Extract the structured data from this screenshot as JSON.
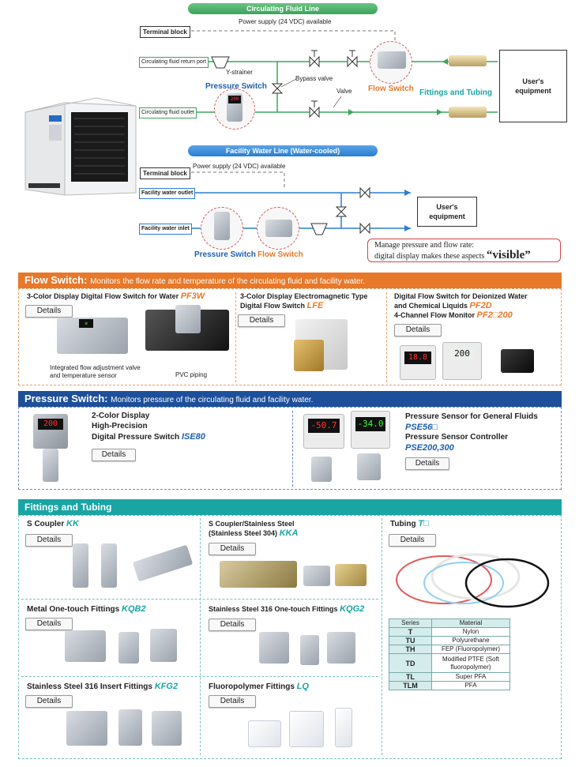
{
  "diagram": {
    "circ_title": "Circulating Fluid Line",
    "fac_title": "Facility Water Line (Water-cooled)",
    "terminal_block": "Terminal block",
    "power_supply_1": "Power supply (24 VDC) available",
    "power_supply_2": "Power supply (24 VDC) available",
    "return_port": "Circulating fluid return port",
    "fluid_outlet": "Circulating fluid outlet",
    "y_strainer": "Y-strainer",
    "pressure_switch": "Pressure Switch",
    "bypass_valve": "Bypass valve",
    "valve": "Valve",
    "flow_switch": "Flow Switch",
    "fittings_tubing": "Fittings and Tubing",
    "users_equipment": "User's equipment",
    "fw_outlet": "Facility water outlet",
    "fw_inlet": "Facility water inlet",
    "note_line1": "Manage pressure and flow rate:",
    "note_line2": "digital display makes these aspects",
    "note_visible": "“visible”",
    "colors": {
      "green": "#3aa55a",
      "blue": "#2a7fd0",
      "orange": "#e8782a",
      "navy": "#1d4f9a",
      "teal": "#1aa5a5"
    }
  },
  "flow": {
    "header": "Flow Switch:",
    "header_desc": "Monitors the flow rate and temperature of the circulating fluid and facility water.",
    "p1_title": "3-Color Display Digital Flow Switch for Water",
    "p1_code": "PF3W",
    "p1_cap1": "Integrated flow adjustment valve",
    "p1_cap2": "and temperature sensor",
    "p1_cap3": "PVC piping",
    "p2_title1": "3-Color Display Electromagnetic Type",
    "p2_title2": "Digital Flow Switch",
    "p2_code": "LFE",
    "p3_title1": "Digital Flow Switch for Deionized Water",
    "p3_title2": "and Chemical Liquids",
    "p3_code1": "PF2D",
    "p3_title3": "4-Channel Flow Monitor",
    "p3_code2": "PF2□200",
    "disp1": "18.8",
    "disp2": "200"
  },
  "pressure": {
    "header": "Pressure Switch:",
    "header_desc": "Monitors pressure of the circulating fluid and facility water.",
    "p1_l1": "2-Color Display",
    "p1_l2": "High-Precision",
    "p1_l3": "Digital Pressure Switch",
    "p1_code": "ISE80",
    "p2_l1": "Pressure Sensor for General Fluids",
    "p2_code1": "PSE56□",
    "p2_l2": "Pressure Sensor Controller",
    "p2_code2": "PSE200,300",
    "disp1": "200",
    "disp2": "-50.7",
    "disp3": "-34.0"
  },
  "fittings": {
    "header": "Fittings and Tubing",
    "kk_title": "S Coupler",
    "kk_code": "KK",
    "kka_title1": "S Coupler/Stainless Steel",
    "kka_title2": "(Stainless Steel 304)",
    "kka_code": "KKA",
    "tubing_title": "Tubing",
    "tubing_code": "T□",
    "kqb2_title": "Metal One-touch Fittings",
    "kqb2_code": "KQB2",
    "kqg2_title": "Stainless Steel 316 One-touch Fittings",
    "kqg2_code": "KQG2",
    "kfg2_title": "Stainless Steel 316 Insert Fittings",
    "kfg2_code": "KFG2",
    "lq_title": "Fluoropolymer Fittings",
    "lq_code": "LQ",
    "table_head": [
      "Series",
      "Material"
    ],
    "table_rows": [
      {
        "s": "T",
        "m": "Nylon"
      },
      {
        "s": "TU",
        "m": "Polyurethane"
      },
      {
        "s": "TH",
        "m": "FEP (Fluoropolymer)"
      },
      {
        "s": "TD",
        "m": "Modified PTFE (Soft fluoropolymer)"
      },
      {
        "s": "TL",
        "m": "Super PFA"
      },
      {
        "s": "TLM",
        "m": "PFA"
      }
    ]
  },
  "details_label": "Details"
}
